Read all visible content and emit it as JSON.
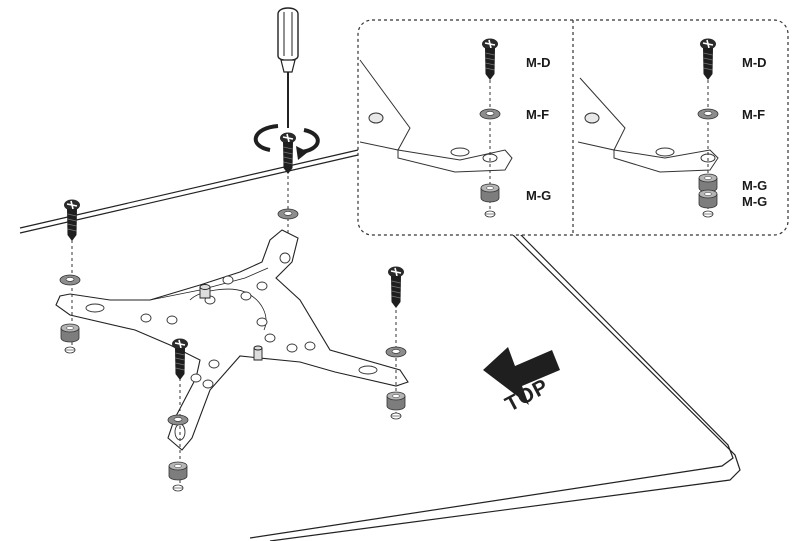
{
  "direction_label": "TOP",
  "inset_left": {
    "labels": [
      "M-D",
      "M-F",
      "M-G"
    ]
  },
  "inset_right": {
    "labels": [
      "M-D",
      "M-F",
      "M-G",
      "M-G"
    ]
  },
  "colors": {
    "line": "#222222",
    "washer": "#9a9a9a",
    "spacer": "#8f8f8f",
    "screw": "#2a2a2a"
  }
}
